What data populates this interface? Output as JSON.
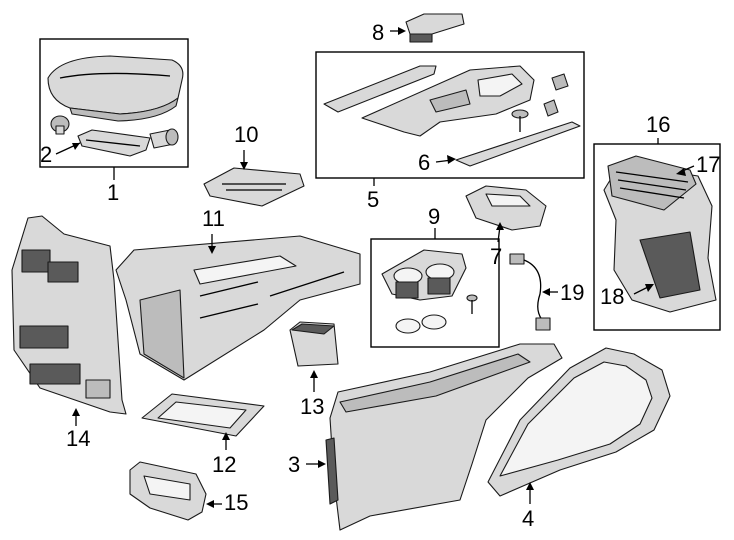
{
  "callouts": [
    {
      "id": "1",
      "label": "1"
    },
    {
      "id": "2",
      "label": "2"
    },
    {
      "id": "3",
      "label": "3"
    },
    {
      "id": "4",
      "label": "4"
    },
    {
      "id": "5",
      "label": "5"
    },
    {
      "id": "6",
      "label": "6"
    },
    {
      "id": "7",
      "label": "7"
    },
    {
      "id": "8",
      "label": "8"
    },
    {
      "id": "9",
      "label": "9"
    },
    {
      "id": "10",
      "label": "10"
    },
    {
      "id": "11",
      "label": "11"
    },
    {
      "id": "12",
      "label": "12"
    },
    {
      "id": "13",
      "label": "13"
    },
    {
      "id": "14",
      "label": "14"
    },
    {
      "id": "15",
      "label": "15"
    },
    {
      "id": "16",
      "label": "16"
    },
    {
      "id": "17",
      "label": "17"
    },
    {
      "id": "18",
      "label": "18"
    },
    {
      "id": "19",
      "label": "19"
    }
  ],
  "colors": {
    "line": "#000000",
    "part_fill": "#d9d9d9",
    "part_dark": "#5a5a5a",
    "background": "#ffffff"
  }
}
